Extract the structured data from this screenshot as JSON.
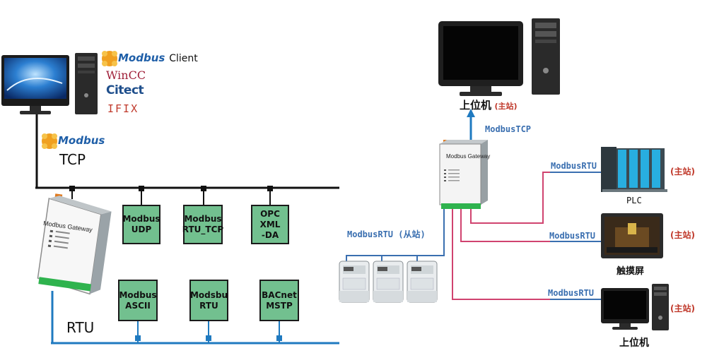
{
  "left": {
    "software": {
      "modbus_client_brand": "Modbus",
      "modbus_client_suffix": "Client",
      "wincc": "WinCC",
      "citect": "Citect",
      "ifix": "IFIX"
    },
    "tcp_brand": "Modbus",
    "tcp_label": "TCP",
    "rtu_label": "RTU",
    "gateway_label": "Modbus Gateway",
    "top_boxes": [
      {
        "line1": "Modbus",
        "line2": "UDP"
      },
      {
        "line1": "Modbus",
        "line2": "RTU_TCP"
      },
      {
        "line1": "OPC XML",
        "line2": "-DA"
      }
    ],
    "bottom_boxes": [
      {
        "line1": "Modbus",
        "line2": "ASCII"
      },
      {
        "line1": "Modsbu",
        "line2": "RTU"
      },
      {
        "line1": "BACnet",
        "line2": "MSTP"
      }
    ]
  },
  "right": {
    "master_top_label": "上位机",
    "master_top_role": "(主站)",
    "tcp_link": "ModbusTCP",
    "gateway_label": "Modbus Gateway",
    "slave_link": "ModbusRTU (从站)",
    "rtu_links": [
      "ModbusRTU",
      "ModbusRTU",
      "ModbusRTU"
    ],
    "devices": [
      {
        "name": "PLC",
        "role": "(主站)"
      },
      {
        "name": "触摸屏",
        "role": "(主站)"
      },
      {
        "name": "上位机",
        "role": "(主站)"
      }
    ]
  },
  "colors": {
    "box_green": "#72c08f",
    "bus_blue": "#1f7ac0",
    "rtu_red": "#d0436f",
    "label_blue": "#3a6fb0",
    "label_red": "#c0392b"
  }
}
